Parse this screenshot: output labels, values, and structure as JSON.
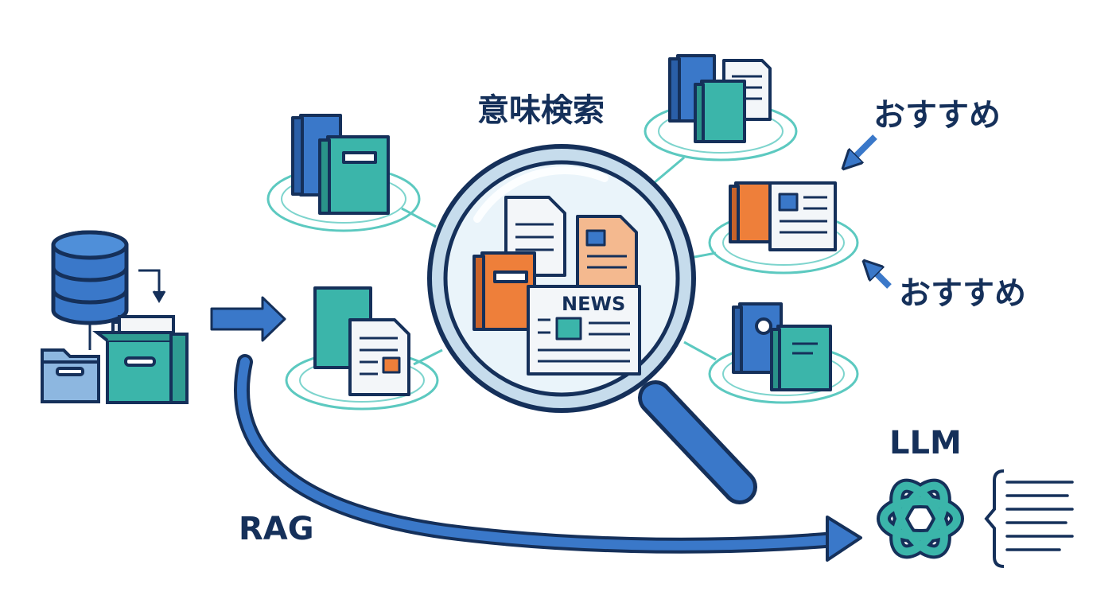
{
  "labels": {
    "semantic_search": "意味検索",
    "recommend_1": "おすすめ",
    "recommend_2": "おすすめ",
    "rag": "RAG",
    "llm": "LLM",
    "news": "NEWS"
  },
  "icons": [
    "database-icon",
    "folder-icon",
    "file-box-icon",
    "arrow-right-icon",
    "book-stack-icon",
    "document-stack-icon",
    "magnifier-icon",
    "newspaper-icon",
    "book-newspaper-icon",
    "llm-logo-icon",
    "text-output-icon"
  ],
  "colors": {
    "navy": "#15305a",
    "blue": "#3a78c9",
    "teal": "#3bb5aa",
    "orange": "#ee7f3a",
    "peach": "#f4b98f",
    "paper": "#f3f6f9",
    "halo": "#5cc9c0",
    "lens": "#eaf4fa"
  }
}
